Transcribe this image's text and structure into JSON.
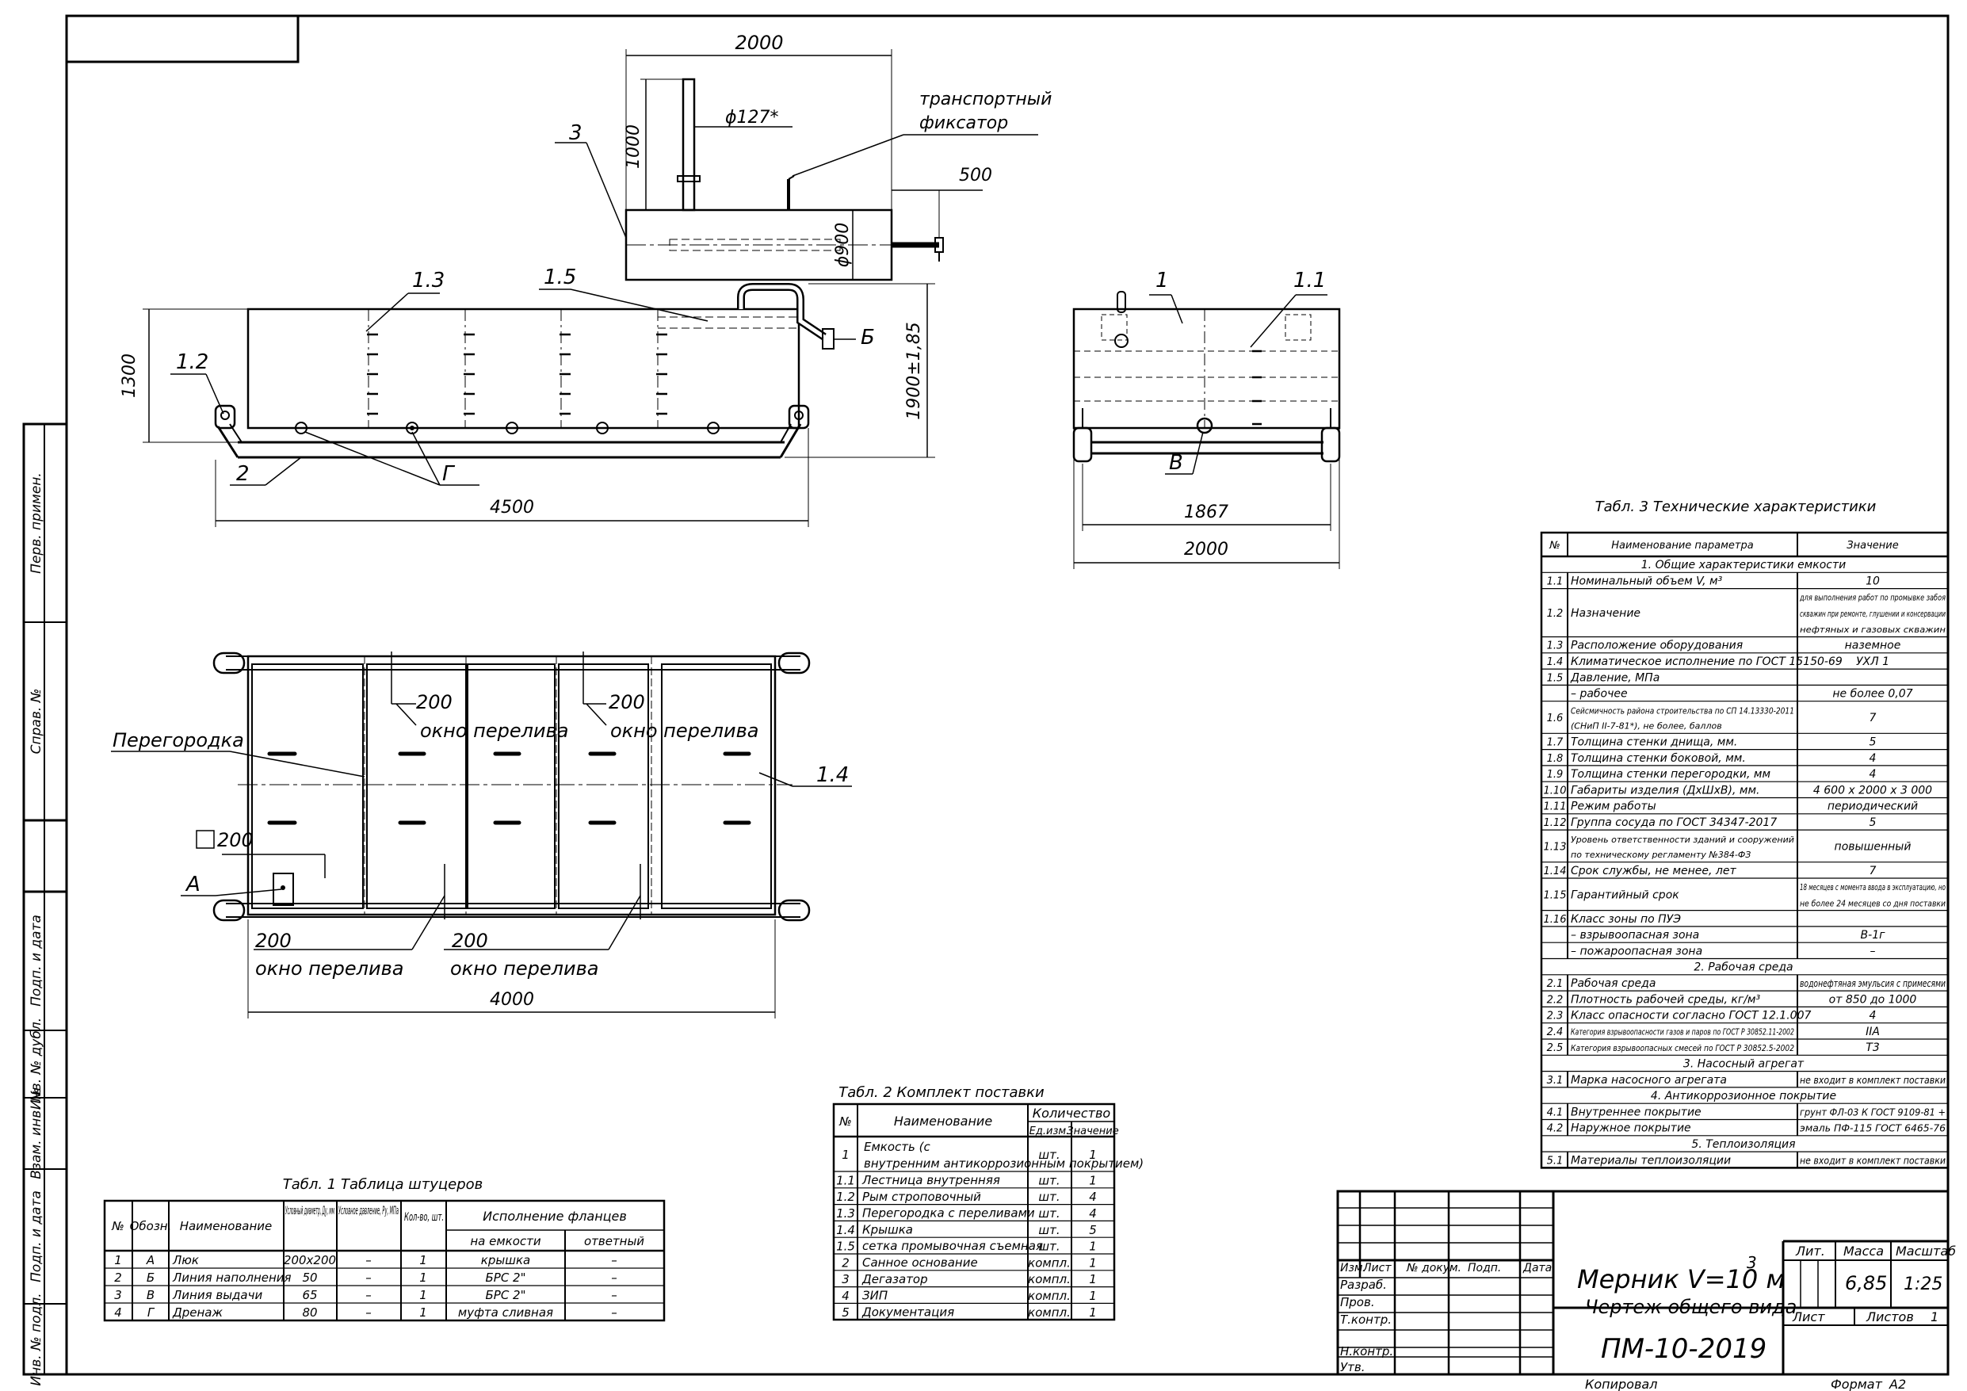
{
  "top_view": {
    "width": "2000",
    "height": "1000",
    "diameter": "ϕ127*",
    "diameter2": "ϕ900",
    "callout3": "3",
    "fixator1": "транспортный",
    "fixator2": "фиксатор",
    "pipe": "500"
  },
  "front_view": {
    "c13": "1.3",
    "c15": "1.5",
    "c12": "1.2",
    "c2": "2",
    "cG": "Г",
    "cB": "Б",
    "h1300": "1300",
    "h1900": "1900±1,85",
    "len": "4500"
  },
  "side_view": {
    "c1": "1",
    "c11": "1.1",
    "cV": "В",
    "w1867": "1867",
    "w2000": "2000"
  },
  "plan_view": {
    "peregorodka": "Перегородка",
    "d200a": "200",
    "d200b": "200",
    "d200c": "200",
    "d200d": "200",
    "okno": "окно перелива",
    "sq": "200",
    "cA": "А",
    "c14": "1.4",
    "len": "4000"
  },
  "table1": {
    "caption": "Табл. 1 Таблица штуцеров",
    "headers": [
      "№",
      "Обозн.",
      "Наименование",
      "Условный диаметр, Ду, мм",
      "Условное давление, Ру, МПа",
      "Кол-во, шт.",
      "Исполнение фланцев"
    ],
    "subheaders": [
      "на емкости",
      "ответный"
    ],
    "rows": [
      [
        "1",
        "А",
        "Люк",
        "200х200",
        "–",
        "1",
        "крышка",
        "–"
      ],
      [
        "2",
        "Б",
        "Линия наполнения",
        "50",
        "–",
        "1",
        "БРС 2\"",
        "–"
      ],
      [
        "3",
        "В",
        "Линия выдачи",
        "65",
        "–",
        "1",
        "БРС 2\"",
        "–"
      ],
      [
        "4",
        "Г",
        "Дренаж",
        "80",
        "–",
        "1",
        "муфта сливная",
        "–"
      ]
    ]
  },
  "table2": {
    "caption": "Табл. 2 Комплект поставки",
    "headers": [
      "№",
      "Наименование",
      "Количество",
      "Ед.изм.",
      "Значение"
    ],
    "rows": [
      [
        "1",
        "Емкость (с внутренним антикоррозионным покрытием)",
        "шт.",
        "1"
      ],
      [
        "1.1",
        "Лестница внутренняя",
        "шт.",
        "1"
      ],
      [
        "1.2",
        "Рым строповочный",
        "шт.",
        "4"
      ],
      [
        "1.3",
        "Перегородка с переливами",
        "шт.",
        "4"
      ],
      [
        "1.4",
        "Крышка",
        "шт.",
        "5"
      ],
      [
        "1.5",
        "сетка промывочная съемная",
        "шт.",
        "1"
      ],
      [
        "2",
        "Санное основание",
        "компл.",
        "1"
      ],
      [
        "3",
        "Дегазатор",
        "компл.",
        "1"
      ],
      [
        "4",
        "ЗИП",
        "компл.",
        "1"
      ],
      [
        "5",
        "Документация",
        "компл.",
        "1"
      ]
    ]
  },
  "table3": {
    "caption": "Табл. 3 Технические характеристики",
    "headers": [
      "№",
      "Наименование параметра",
      "Значение"
    ],
    "rows": [
      {
        "s": "1. Общие характеристики емкости"
      },
      {
        "n": "1.1",
        "p": "Номинальный объем V, м³",
        "v": "10"
      },
      {
        "n": "1.2",
        "p": "Назначение",
        "v": "для выполнения работ по промывке забоя скважин при ремонте, глушении и консервации нефтяных и газовых скважин",
        "h": 3
      },
      {
        "n": "1.3",
        "p": "Расположение оборудования",
        "v": "наземное"
      },
      {
        "n": "1.4",
        "p": "Климатическое исполнение по ГОСТ 15150-69",
        "v": "УХЛ 1"
      },
      {
        "n": "1.5",
        "p": "Давление, МПа",
        "v": ""
      },
      {
        "n": "",
        "p": "– рабочее",
        "v": "не более 0,07"
      },
      {
        "n": "1.6",
        "p": "Сейсмичность района строительства по СП 14.13330-2011 (СНиП II-7-81*), не более, баллов",
        "v": "7",
        "h": 2
      },
      {
        "n": "1.7",
        "p": "Толщина стенки днища, мм.",
        "v": "5"
      },
      {
        "n": "1.8",
        "p": "Толщина стенки боковой, мм.",
        "v": "4"
      },
      {
        "n": "1.9",
        "p": "Толщина стенки перегородки, мм",
        "v": "4"
      },
      {
        "n": "1.10",
        "p": "Габариты изделия (ДхШхВ), мм.",
        "v": "4 600 х 2000 х 3 000"
      },
      {
        "n": "1.11",
        "p": "Режим работы",
        "v": "периодический"
      },
      {
        "n": "1.12",
        "p": "Группа сосуда по ГОСТ 34347-2017",
        "v": "5"
      },
      {
        "n": "1.13",
        "p": "Уровень ответственности зданий и сооружений по техническому регламенту №384-ФЗ",
        "v": "повышенный",
        "h": 2
      },
      {
        "n": "1.14",
        "p": "Срок службы, не менее, лет",
        "v": "7"
      },
      {
        "n": "1.15",
        "p": "Гарантийный срок",
        "v": "18 месяцев с момента ввода в эксплуатацию, но не более 24 месяцев со дня поставки",
        "h": 2
      },
      {
        "n": "1.16",
        "p": "Класс зоны по ПУЭ",
        "v": ""
      },
      {
        "n": "",
        "p": "– взрывоопасная зона",
        "v": "В-1г"
      },
      {
        "n": "",
        "p": "– пожароопасная зона",
        "v": "–"
      },
      {
        "s": "2. Рабочая среда"
      },
      {
        "n": "2.1",
        "p": "Рабочая среда",
        "v": "водонефтяная эмульсия с примесями"
      },
      {
        "n": "2.2",
        "p": "Плотность рабочей среды, кг/м³",
        "v": "от 850 до 1000"
      },
      {
        "n": "2.3",
        "p": "Класс опасности согласно ГОСТ 12.1.007",
        "v": "4"
      },
      {
        "n": "2.4",
        "p": "Категория взрывоопасности газов и паров по ГОСТ Р 30852.11-2002",
        "v": "IIA"
      },
      {
        "n": "2.5",
        "p": "Категория взрывоопасных смесей по ГОСТ Р 30852.5-2002",
        "v": "Т3"
      },
      {
        "s": "3. Насосный агрегат"
      },
      {
        "n": "3.1",
        "p": "Марка насосного агрегата",
        "v": "не входит в комплект поставки"
      },
      {
        "s": "4. Антикоррозионное покрытие"
      },
      {
        "n": "4.1",
        "p": "Внутреннее покрытие",
        "v": "грунт ФЛ-03 К ГОСТ 9109-81 +"
      },
      {
        "n": "4.2",
        "p": "Наружное покрытие",
        "v": "эмаль ПФ-115 ГОСТ 6465-76"
      },
      {
        "s": "5. Теплоизоляция"
      },
      {
        "n": "5.1",
        "p": "Материалы теплоизоляции",
        "v": "не входит в комплект поставки"
      }
    ]
  },
  "title_block": {
    "title": "Мерник V=10 м",
    "sup": "3",
    "subtitle": "Чертеж общего вида",
    "code": "ПМ-10-2019",
    "lit": "Лит.",
    "massa": "Масса",
    "masshtab": "Масштаб",
    "mass_val": "6,85",
    "scale_val": "1:25",
    "list": "Лист",
    "listov": "Листов",
    "listov_val": "1",
    "izm": "Изм.",
    "list2": "Лист",
    "ndokum": "№ докум.",
    "podp": "Подп.",
    "data": "Дата",
    "razrab": "Разраб.",
    "prov": "Пров.",
    "tkontr": "Т.контр.",
    "nkontr": "Н.контр.",
    "utv": "Утв.",
    "kopiroval": "Копировал",
    "format": "Формат",
    "format_val": "А2"
  },
  "side_stamps": [
    "Перв. примен.",
    "Справ. №",
    "Подп. и дата",
    "Инв. № дубл.",
    "Взам. инв. №",
    "Подп. и дата",
    "Инв. № подл."
  ]
}
